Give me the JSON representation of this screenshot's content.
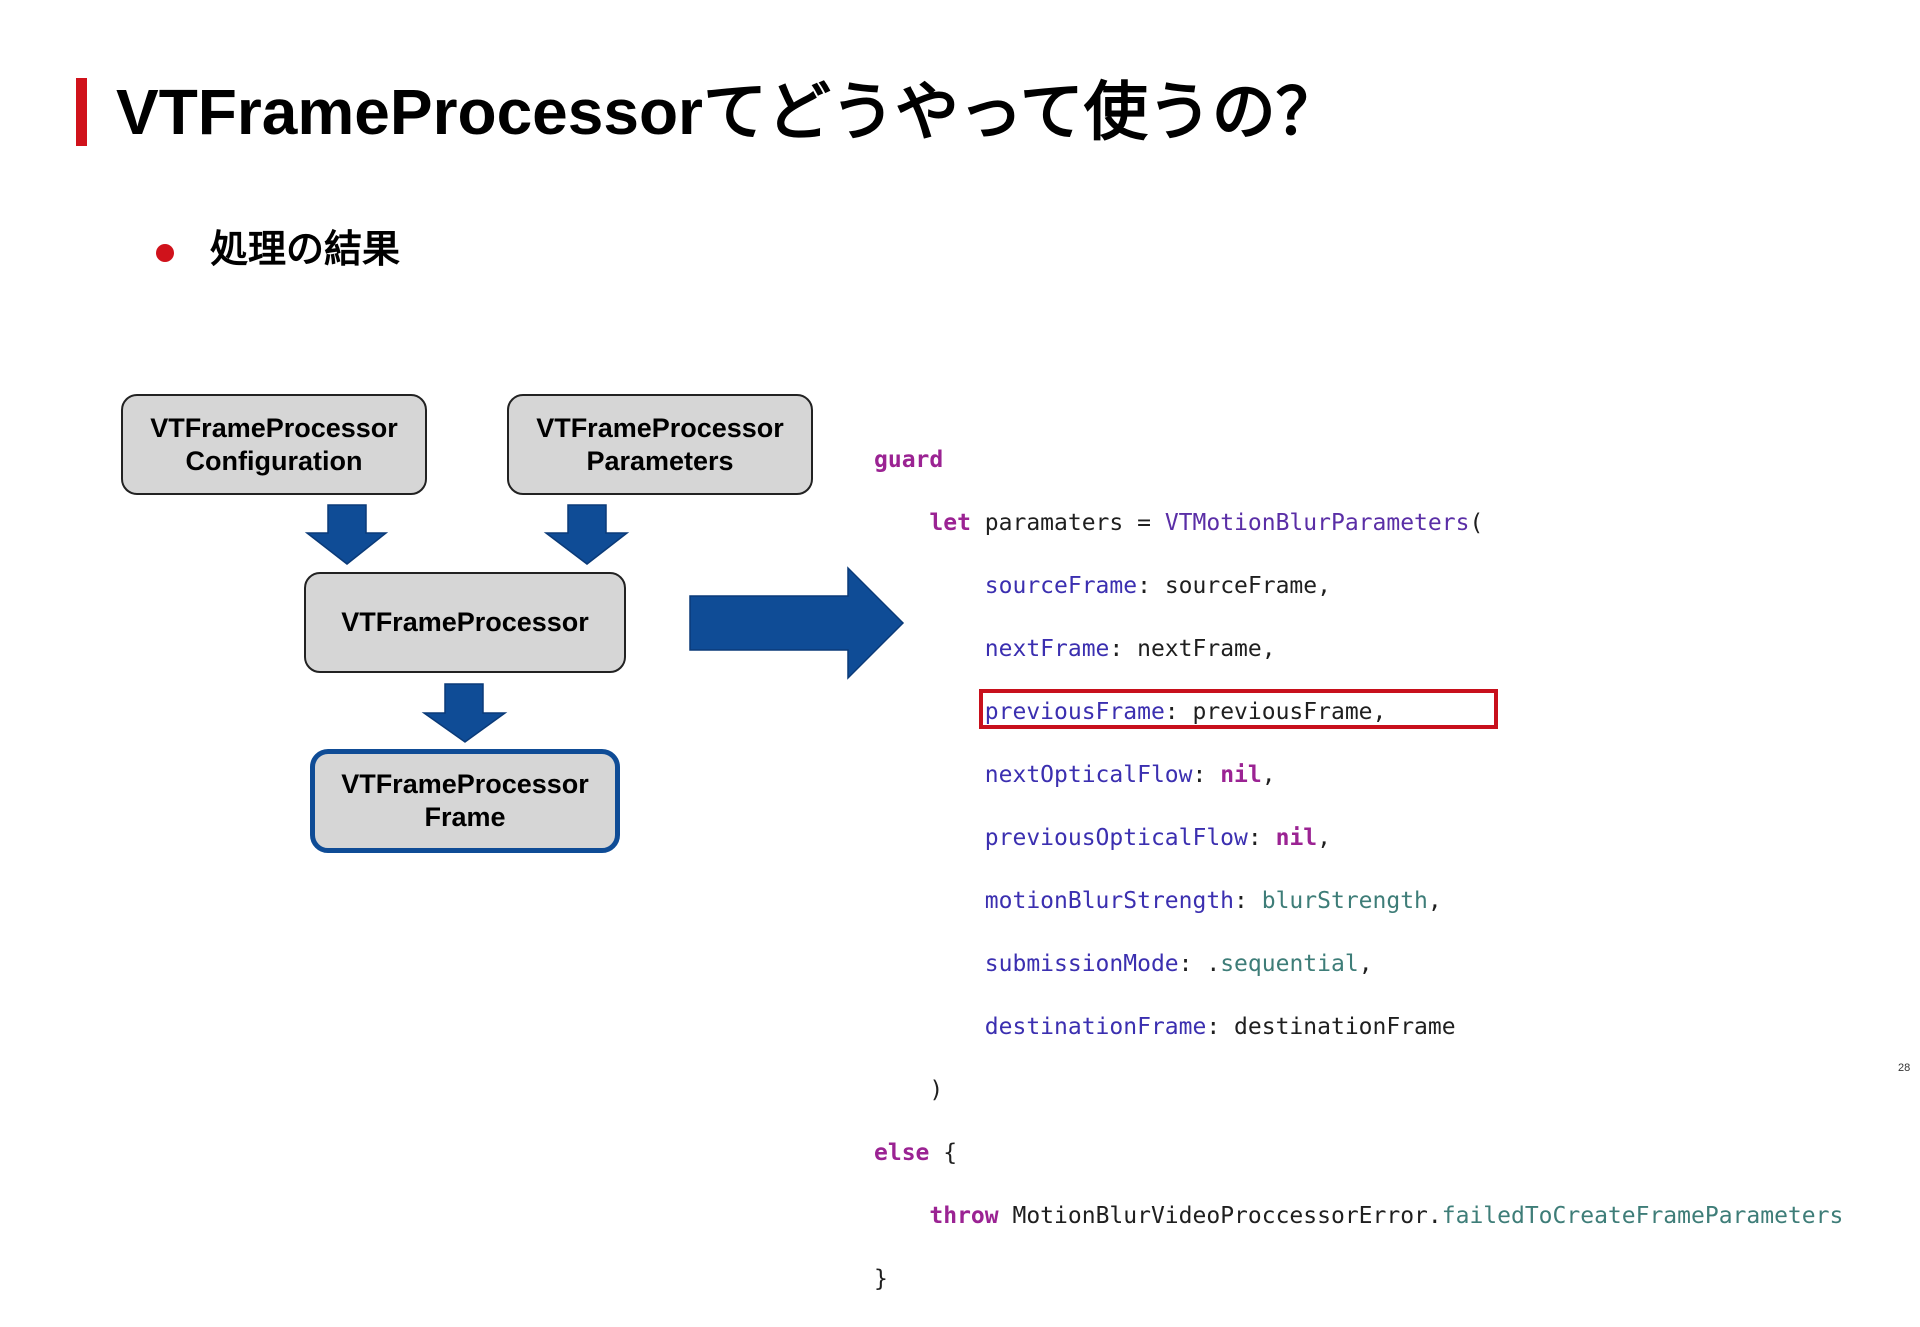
{
  "slide": {
    "title": "VTFrameProcessorてどうやって使うの？",
    "bullet": "処理の結果",
    "page_number": "28"
  },
  "diagram": {
    "config_box": [
      "VTFrameProcessor",
      "Configuration"
    ],
    "params_box": [
      "VTFrameProcessor",
      "Parameters"
    ],
    "processor_box": "VTFrameProcessor",
    "frame_box": [
      "VTFrameProcessor",
      "Frame"
    ]
  },
  "colors": {
    "accent_red": "#d0121b",
    "arrow_blue": "#0f4c96",
    "box_gray": "#d6d6d6"
  },
  "code": {
    "guard": "guard",
    "let": "let",
    "var_name": " paramaters = ",
    "init_type": "VTMotionBlurParameters",
    "open_paren": "(",
    "args": [
      {
        "label": "sourceFrame",
        "sep": ": ",
        "value": "sourceFrame",
        "value_kind": "plain",
        "tail": ","
      },
      {
        "label": "nextFrame",
        "sep": ": ",
        "value": "nextFrame",
        "value_kind": "plain",
        "tail": ","
      },
      {
        "label": "previousFrame",
        "sep": ": ",
        "value": "previousFrame",
        "value_kind": "plain",
        "tail": ","
      },
      {
        "label": "nextOpticalFlow",
        "sep": ": ",
        "value": "nil",
        "value_kind": "kw",
        "tail": ","
      },
      {
        "label": "previousOpticalFlow",
        "sep": ": ",
        "value": "nil",
        "value_kind": "kw",
        "tail": ","
      },
      {
        "label": "motionBlurStrength",
        "sep": ": ",
        "value": "blurStrength",
        "value_kind": "fn",
        "tail": ","
      },
      {
        "label": "submissionMode",
        "sep": ": .",
        "value": "sequential",
        "value_kind": "fn",
        "tail": ","
      },
      {
        "label": "destinationFrame",
        "sep": ": ",
        "value": "destinationFrame",
        "value_kind": "plain",
        "tail": ""
      }
    ],
    "close_paren": ")",
    "else_kw": "else",
    "else_brace": " {",
    "throw_kw": "throw",
    "error_type": " MotionBlurVideoProccessorError.",
    "error_case": "failedToCreateFrameParameters",
    "close_brace": "}"
  }
}
